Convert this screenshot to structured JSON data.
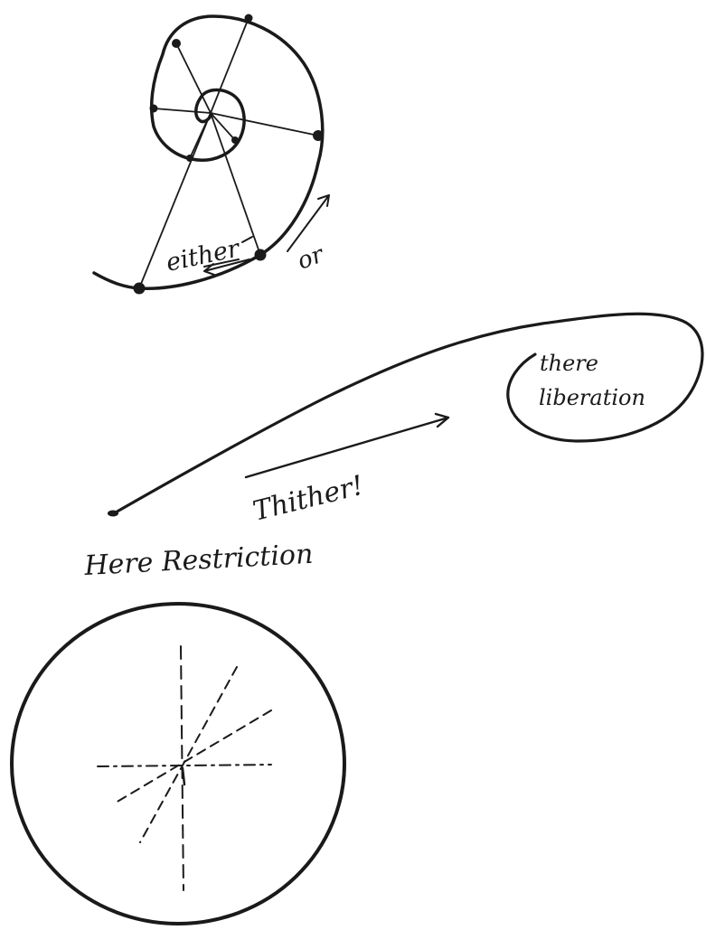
{
  "spiral_figure": {
    "label_either": "either",
    "label_or": "or"
  },
  "path_figure": {
    "label_there": "there",
    "label_liberation": "liberation",
    "label_thither": "Thither!",
    "label_here": "Here Restriction"
  },
  "circle_figure": {},
  "colors": {
    "ink": "#1a1a1a",
    "paper": "#ffffff"
  }
}
